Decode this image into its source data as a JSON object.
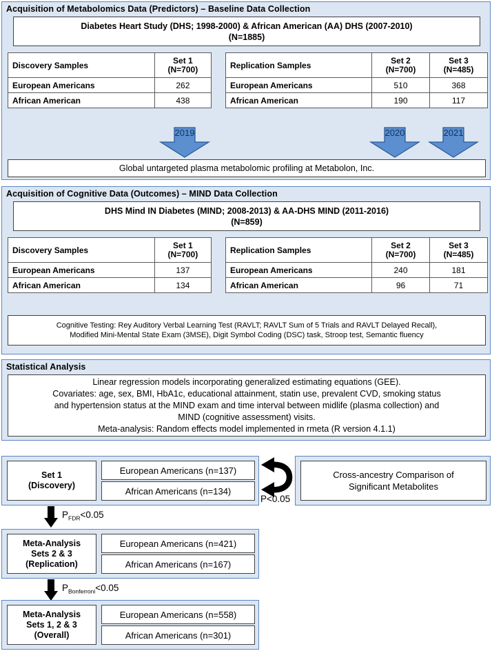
{
  "section1": {
    "title": "Acquisition of Metabolomics Data (Predictors) – Baseline Data Collection",
    "header_line1": "Diabetes Heart Study (DHS; 1998-2000) & African American (AA) DHS (2007-2010)",
    "header_line2": "(N=1885)",
    "left_table": {
      "col0_header": "Discovery Samples",
      "col1_header_line1": "Set 1",
      "col1_header_line2": "(N=700)",
      "rows": [
        {
          "label": "European Americans",
          "values": [
            "262"
          ]
        },
        {
          "label": "African American",
          "values": [
            "438"
          ]
        }
      ]
    },
    "right_table": {
      "col0_header": "Replication Samples",
      "col1_header_line1": "Set 2",
      "col1_header_line2": "(N=700)",
      "col2_header_line1": "Set 3",
      "col2_header_line2": "(N=485)",
      "rows": [
        {
          "label": "European Americans",
          "values": [
            "510",
            "368"
          ]
        },
        {
          "label": "African American",
          "values": [
            "190",
            "117"
          ]
        }
      ]
    },
    "arrows": [
      "2019",
      "2020",
      "2021"
    ],
    "footer_box": "Global untargeted plasma metabolomic profiling at Metabolon, Inc."
  },
  "section2": {
    "title": "Acquisition of Cognitive Data (Outcomes) – MIND Data Collection",
    "header_line1": "DHS Mind IN Diabetes (MIND; 2008-2013) & AA-DHS MIND (2011-2016)",
    "header_line2": "(N=859)",
    "left_table": {
      "col0_header": "Discovery Samples",
      "col1_header_line1": "Set 1",
      "col1_header_line2": "(N=700)",
      "rows": [
        {
          "label": "European Americans",
          "values": [
            "137"
          ]
        },
        {
          "label": "African American",
          "values": [
            "134"
          ]
        }
      ]
    },
    "right_table": {
      "col0_header": "Replication Samples",
      "col1_header_line1": "Set 2",
      "col1_header_line2": "(N=700)",
      "col2_header_line1": "Set 3",
      "col2_header_line2": "(N=485)",
      "rows": [
        {
          "label": "European Americans",
          "values": [
            "240",
            "181"
          ]
        },
        {
          "label": "African American",
          "values": [
            "96",
            "71"
          ]
        }
      ]
    },
    "note_line1": "Cognitive Testing: Rey Auditory Verbal Learning Test (RAVLT; RAVLT Sum of 5 Trials and RAVLT Delayed Recall),",
    "note_line2": "Modified Mini-Mental State Exam (3MSE), Digit Symbol Coding (DSC) task, Stroop test, Semantic fluency"
  },
  "section3": {
    "title": "Statistical Analysis",
    "para_line1": "Linear regression models incorporating generalized estimating equations (GEE).",
    "para_line2": "Covariates: age, sex, BMI, HbA1c, educational attainment, statin use, prevalent CVD, smoking status",
    "para_line3": "and hypertension status at the MIND exam and time interval between midlife (plasma collection) and",
    "para_line4": "MIND (cognitive assessment) visits.",
    "para_line5": "Meta-analysis: Random effects model implemented in rmeta (R version 4.1.1)"
  },
  "workflow": {
    "step1": {
      "label_line1": "Set 1",
      "label_line2": "(Discovery)",
      "row1": "European Americans (n=137)",
      "row2": "African Americans (n=134)"
    },
    "step2": {
      "label_line1": "Meta-Analysis",
      "label_line2": "Sets 2 & 3",
      "label_line3": "(Replication)",
      "row1": "European Americans (n=421)",
      "row2": "African Americans (n=167)"
    },
    "step3": {
      "label_line1": "Meta-Analysis",
      "label_line2": "Sets 1, 2 & 3",
      "label_line3": "(Overall)",
      "row1": "European Americans (n=558)",
      "row2": "African Americans (n=301)"
    },
    "cross_ancestry": {
      "line1": "Cross-ancestry Comparison of",
      "line2": "Significant Metabolites"
    },
    "pval_cross_prefix": "P",
    "pval_cross_sub": "",
    "pval_cross_suffix": "<0.05",
    "pval_fdr_prefix": "P",
    "pval_fdr_sub": "FDR",
    "pval_fdr_suffix": "<0.05",
    "pval_bonf_prefix": "P",
    "pval_bonf_sub": "Bonferroni",
    "pval_bonf_suffix": "<0.05"
  },
  "colors": {
    "panel_bg": "#dce6f2",
    "panel_border": "#5b86c4",
    "arrow_fill": "#5b8fd0",
    "arrow_stroke": "#2e5b96",
    "box_border": "#404040"
  }
}
